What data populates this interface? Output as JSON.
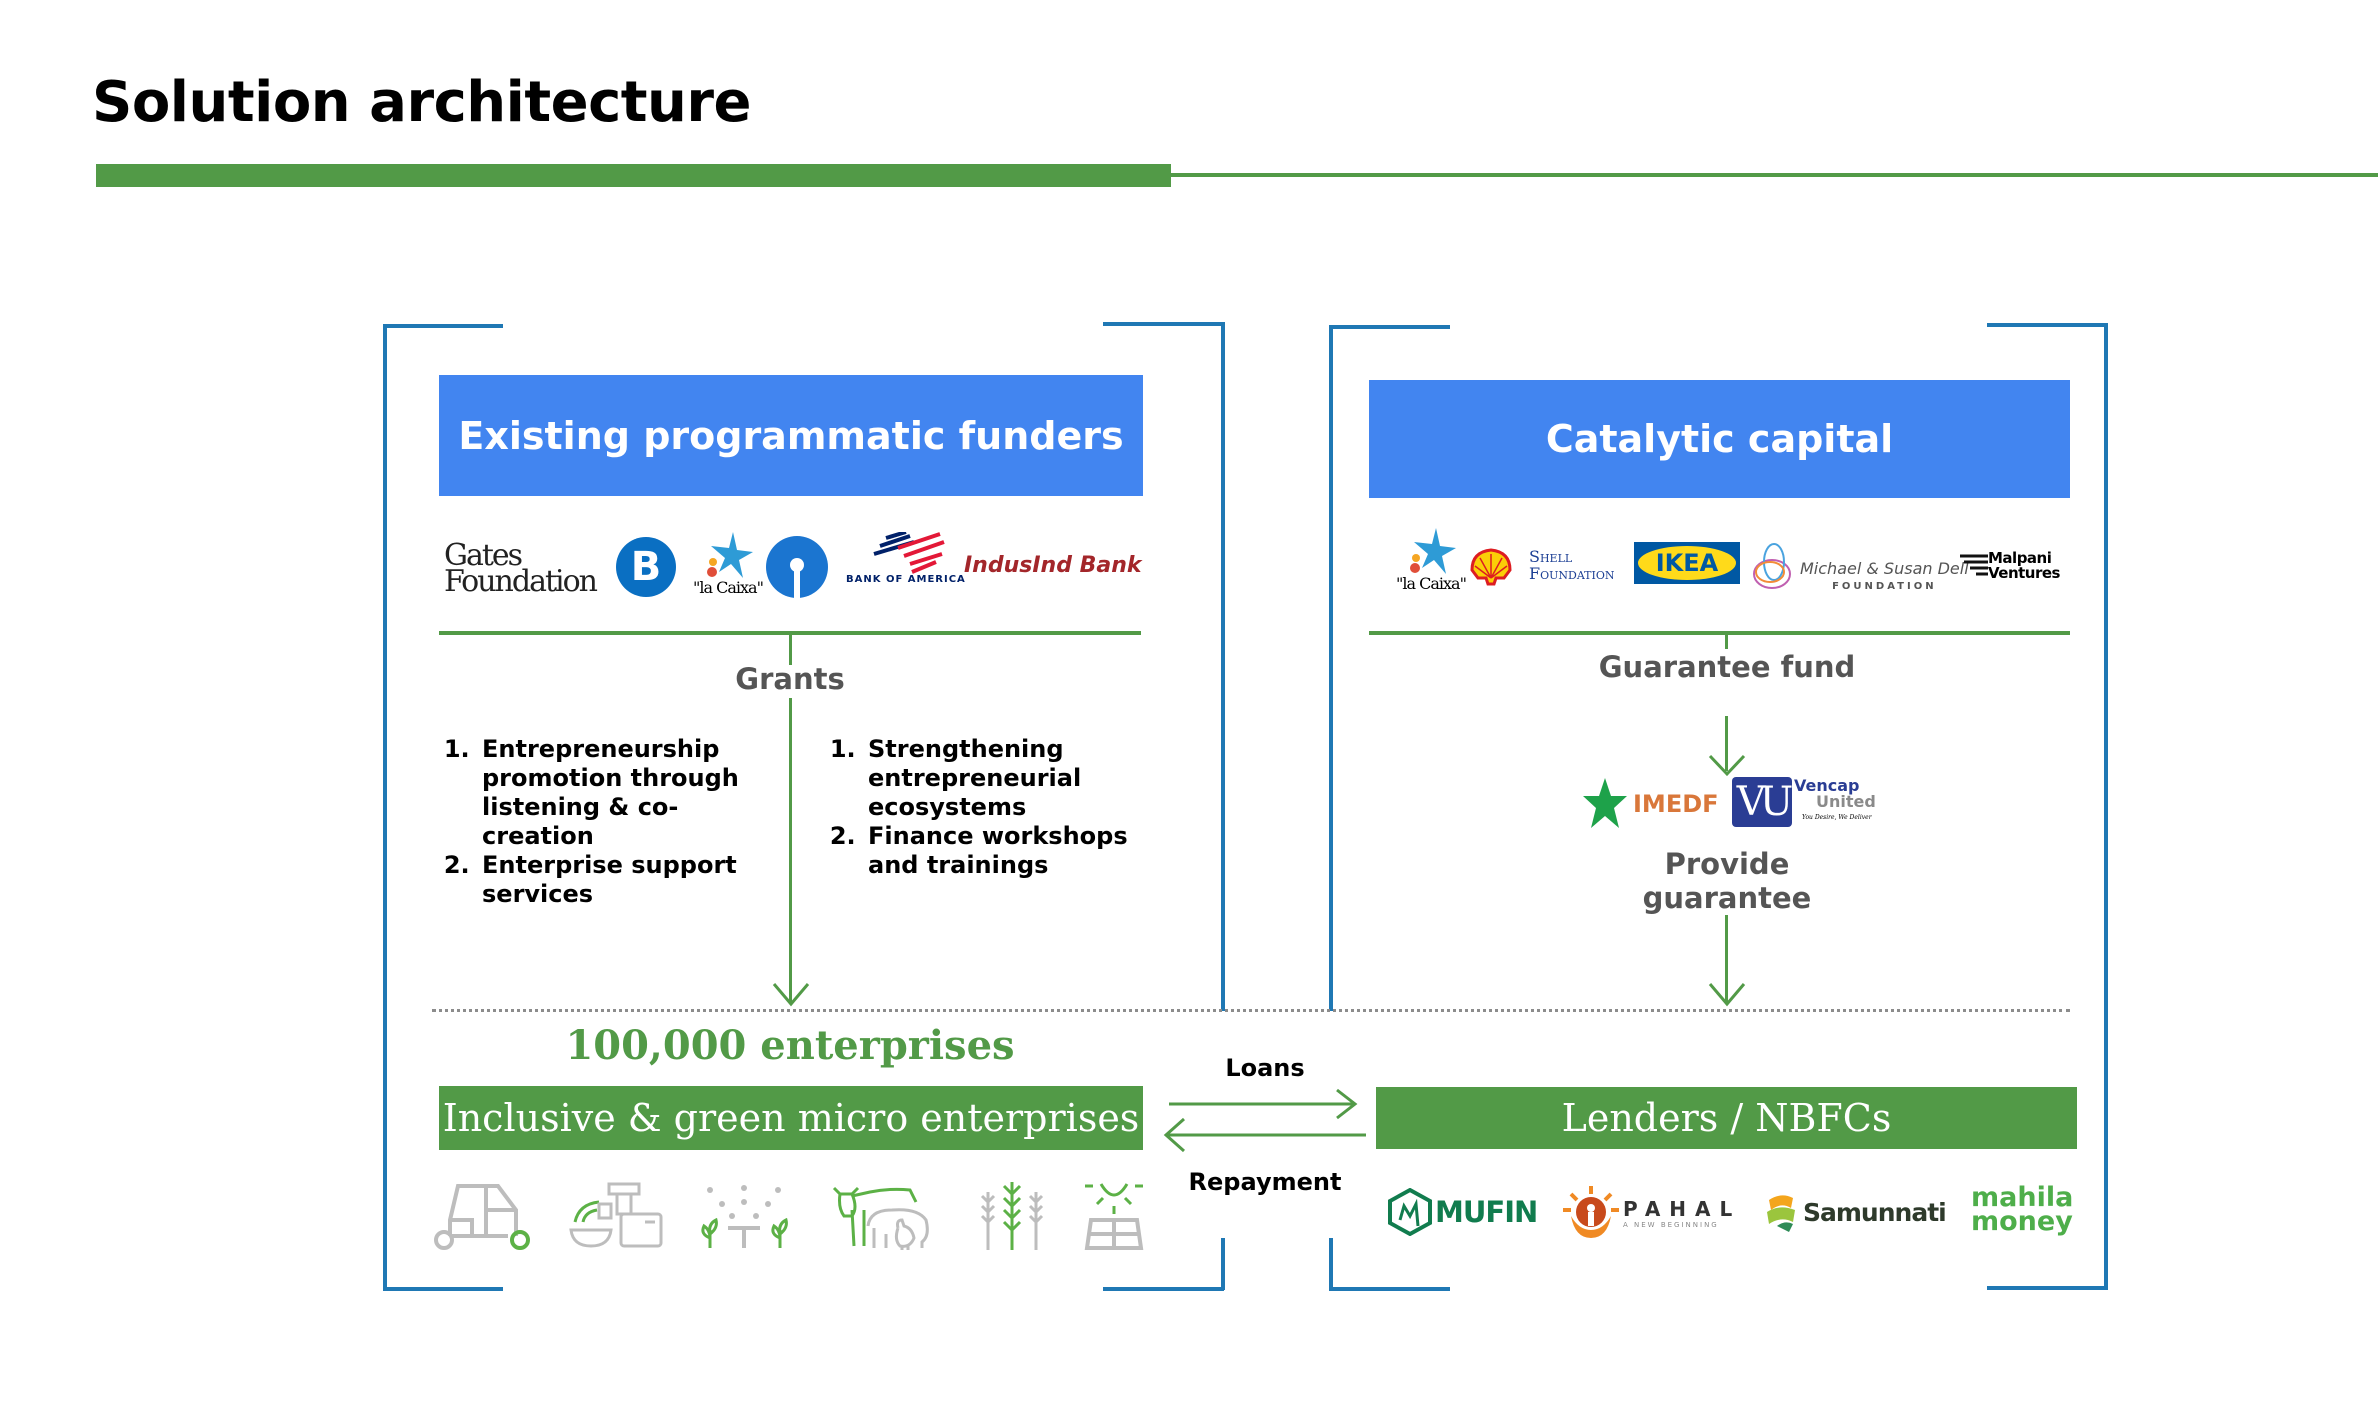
{
  "page": {
    "title": "Solution architecture"
  },
  "colors": {
    "accent_green": "#529a47",
    "header_blue": "#4285f0",
    "frame_blue": "#1f78b4",
    "label_grey": "#555555"
  },
  "left_panel": {
    "header": "Existing programmatic funders",
    "funders": [
      {
        "name": "Gates Foundation",
        "line1": "Gates",
        "line2": "Foundation"
      },
      {
        "name": "Bajaj Finserv",
        "glyph": "B"
      },
      {
        "name": "la Caixa",
        "text": "\"la Caixa\""
      },
      {
        "name": "State Bank of India"
      },
      {
        "name": "Bank of America",
        "text": "BANK OF AMERICA"
      },
      {
        "name": "IndusInd Bank",
        "text": "IndusInd Bank"
      }
    ],
    "flow_label": "Grants",
    "list_left": [
      "Entrepreneurship promotion through listening & co-creation",
      "Enterprise support services"
    ],
    "list_right": [
      "Strengthening entrepreneurial ecosystems",
      "Finance workshops and trainings"
    ],
    "count": "100,000 enterprises",
    "target_box": "Inclusive & green micro enterprises",
    "sector_icons": [
      "auto-rickshaw-icon",
      "food-processing-icon",
      "irrigation-icon",
      "livestock-icon",
      "wheat-icon",
      "solar-panel-icon"
    ]
  },
  "right_panel": {
    "header": "Catalytic capital",
    "funders": [
      {
        "name": "la Caixa",
        "text": "\"la Caixa\""
      },
      {
        "name": "Shell"
      },
      {
        "name": "Shell Foundation",
        "line1": "Shell",
        "line2": "Foundation"
      },
      {
        "name": "IKEA",
        "text": "IKEA"
      },
      {
        "name": "Michael & Susan Dell Foundation",
        "line1": "Michael & Susan Dell",
        "line2": "FOUNDATION"
      },
      {
        "name": "Malpani Ventures",
        "line1": "Malpani",
        "line2": "Ventures"
      }
    ],
    "flow_label_top": "Guarantee fund",
    "guarantors": [
      {
        "name": "IMEDF",
        "text": "IMEDF"
      },
      {
        "name": "Vencap United",
        "line1": "Vencap",
        "line2": "United",
        "tagline": "You Desire, We Deliver",
        "mark": "VU"
      }
    ],
    "flow_label_bottom": "Provide guarantee",
    "target_box": "Lenders / NBFCs",
    "lenders": [
      {
        "name": "MUFIN",
        "text": "MUFIN"
      },
      {
        "name": "PAHAL",
        "text": "PAHAL",
        "tagline": "A NEW BEGINNING"
      },
      {
        "name": "Samunnati",
        "text": "Samunnati"
      },
      {
        "name": "mahila money",
        "line1": "mahila",
        "line2": "money"
      }
    ]
  },
  "middle_flow": {
    "loans_label": "Loans",
    "repayment_label": "Repayment"
  }
}
